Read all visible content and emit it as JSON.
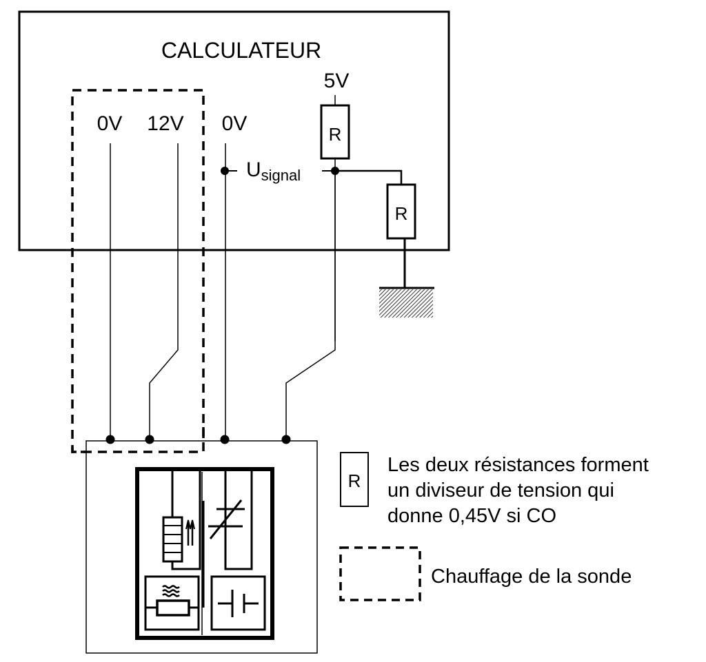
{
  "diagram": {
    "ecu": {
      "title": "CALCULATEUR",
      "supply_label": "5V",
      "pins": [
        {
          "label": "0V"
        },
        {
          "label": "12V"
        },
        {
          "label": "0V"
        }
      ],
      "signal_label_main": "U",
      "signal_label_sub": "signal",
      "resistor_top_label": "R",
      "resistor_bottom_label": "R"
    },
    "legend": {
      "resistor_symbol_label": "R",
      "resistor_text": [
        "Les deux résistances forment",
        "un diviseur de tension qui",
        "donne 0,45V si CO"
      ],
      "heating_text": "Chauffage de la sonde"
    },
    "colors": {
      "line": "#000000",
      "background": "#ffffff"
    }
  }
}
